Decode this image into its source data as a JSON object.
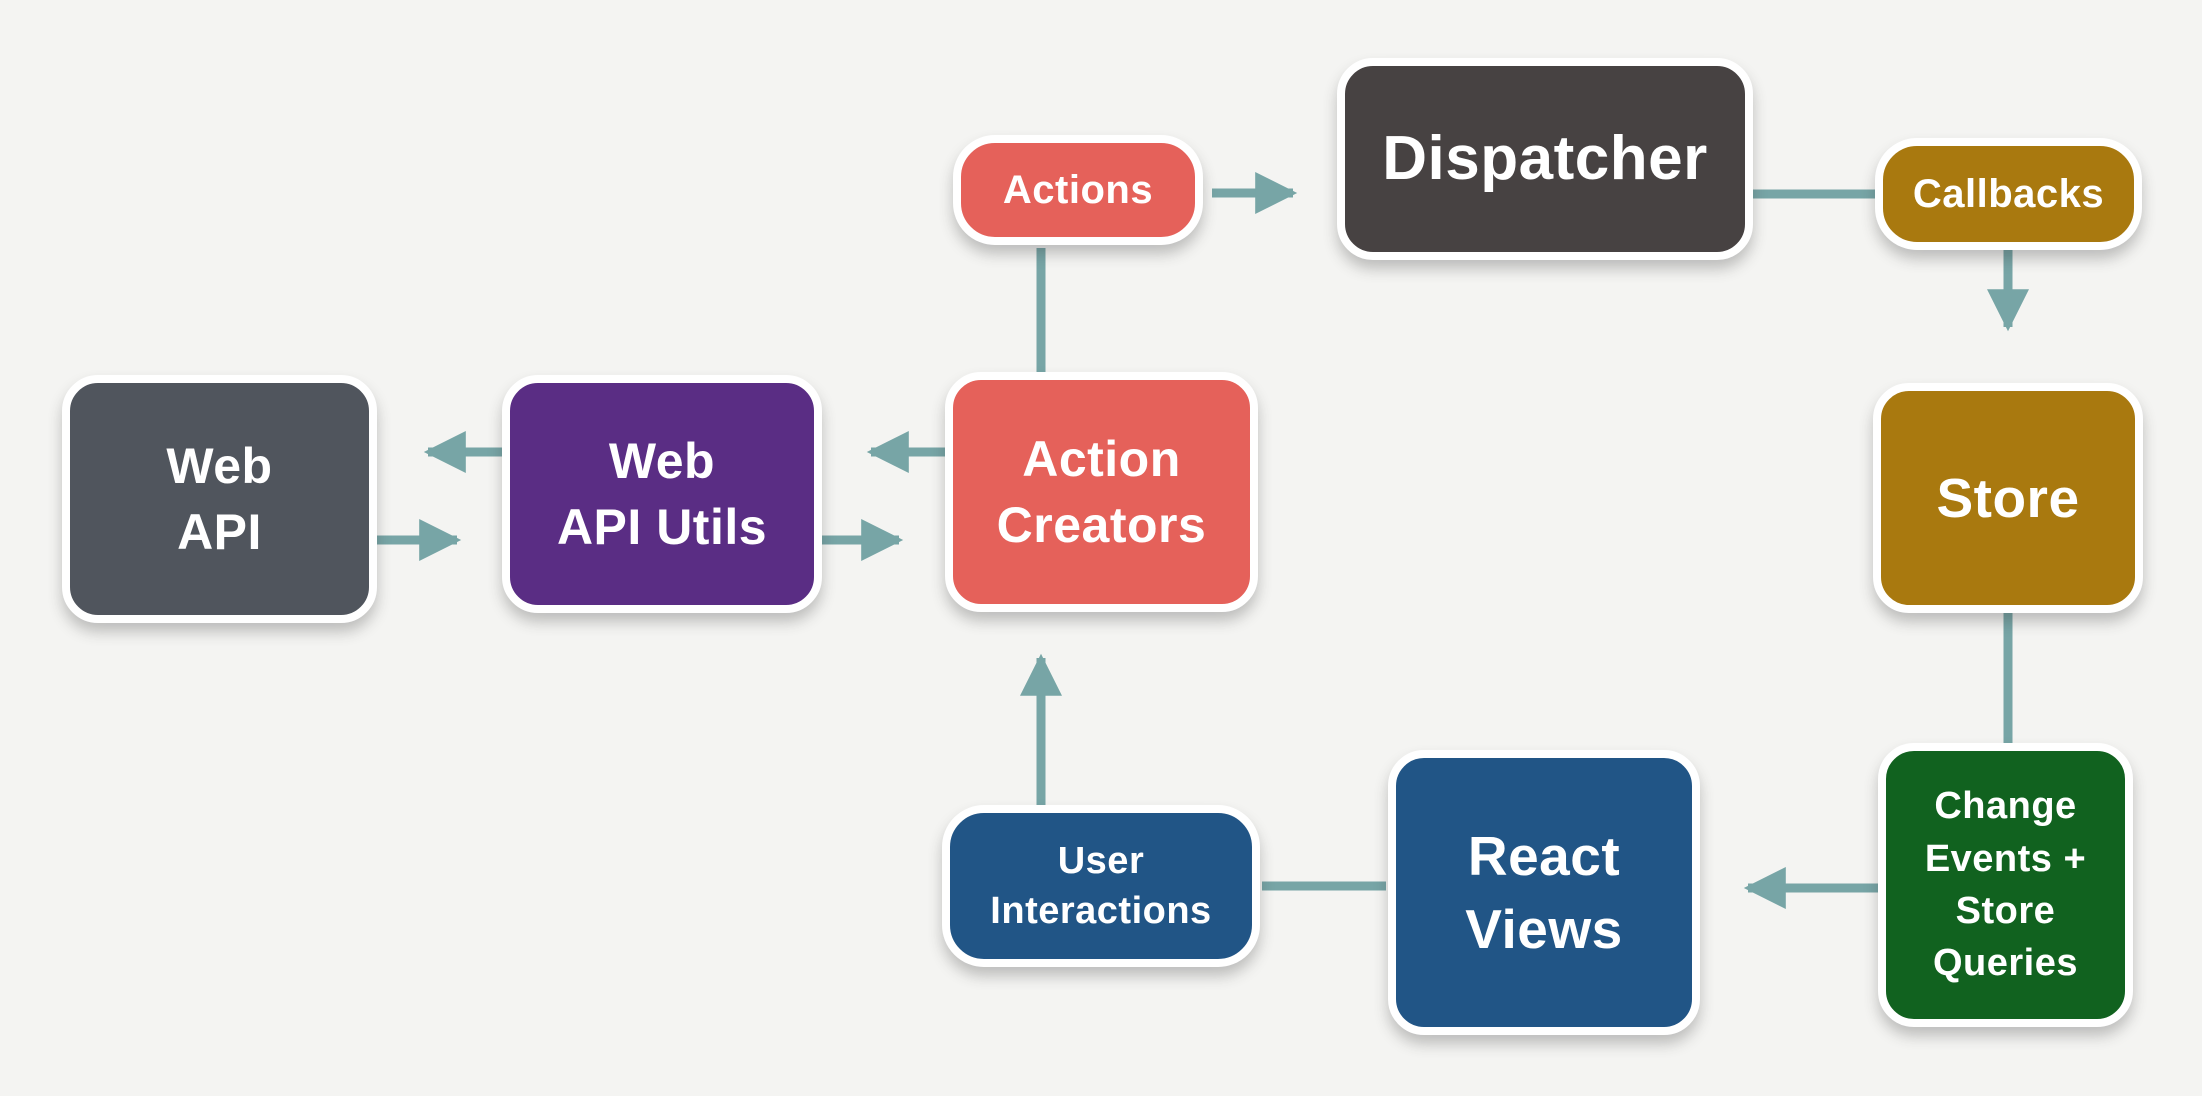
{
  "colors": {
    "background": "#f4f4f2",
    "arrow": "#77a5a6",
    "node_border": "#ffffff",
    "label_text": "#ffffff",
    "salmon": "#e5615a",
    "dark_gray": "#474242",
    "slate_gray": "#50555d",
    "gold": "#a9790f",
    "green": "#11621f",
    "blue": "#215586",
    "purple": "#5a2d84"
  },
  "nodes": {
    "actions": {
      "label": "Actions",
      "color": "#e5615a"
    },
    "dispatcher": {
      "label": "Dispatcher",
      "color": "#474242"
    },
    "callbacks": {
      "label": "Callbacks",
      "color": "#a9790f"
    },
    "store": {
      "label": "Store",
      "color": "#a9790f"
    },
    "change_events": {
      "label": "Change\nEvents +\nStore\nQueries",
      "color": "#11621f"
    },
    "react_views": {
      "label": "React\nViews",
      "color": "#215586"
    },
    "user_interactions": {
      "label": "User\nInteractions",
      "color": "#215586"
    },
    "action_creators": {
      "label": "Action\nCreators",
      "color": "#e5615a"
    },
    "web_api_utils": {
      "label": "Web\nAPI Utils",
      "color": "#5a2d84"
    },
    "web_api": {
      "label": "Web\nAPI",
      "color": "#50555d"
    }
  },
  "edges": [
    {
      "from": "actions",
      "to": "dispatcher",
      "arrowhead": true
    },
    {
      "from": "dispatcher",
      "to": "callbacks",
      "arrowhead": false
    },
    {
      "from": "callbacks",
      "to": "store",
      "arrowhead": true
    },
    {
      "from": "store",
      "to": "change_events",
      "arrowhead": false
    },
    {
      "from": "change_events",
      "to": "react_views",
      "arrowhead": true
    },
    {
      "from": "react_views",
      "to": "user_interactions",
      "arrowhead": false
    },
    {
      "from": "user_interactions",
      "to": "action_creators",
      "arrowhead": true
    },
    {
      "from": "action_creators",
      "to": "actions",
      "arrowhead": false
    },
    {
      "from": "action_creators",
      "to": "web_api_utils",
      "arrowhead": true
    },
    {
      "from": "web_api_utils",
      "to": "action_creators",
      "arrowhead": true
    },
    {
      "from": "web_api_utils",
      "to": "web_api",
      "arrowhead": true
    },
    {
      "from": "web_api",
      "to": "web_api_utils",
      "arrowhead": true
    }
  ]
}
